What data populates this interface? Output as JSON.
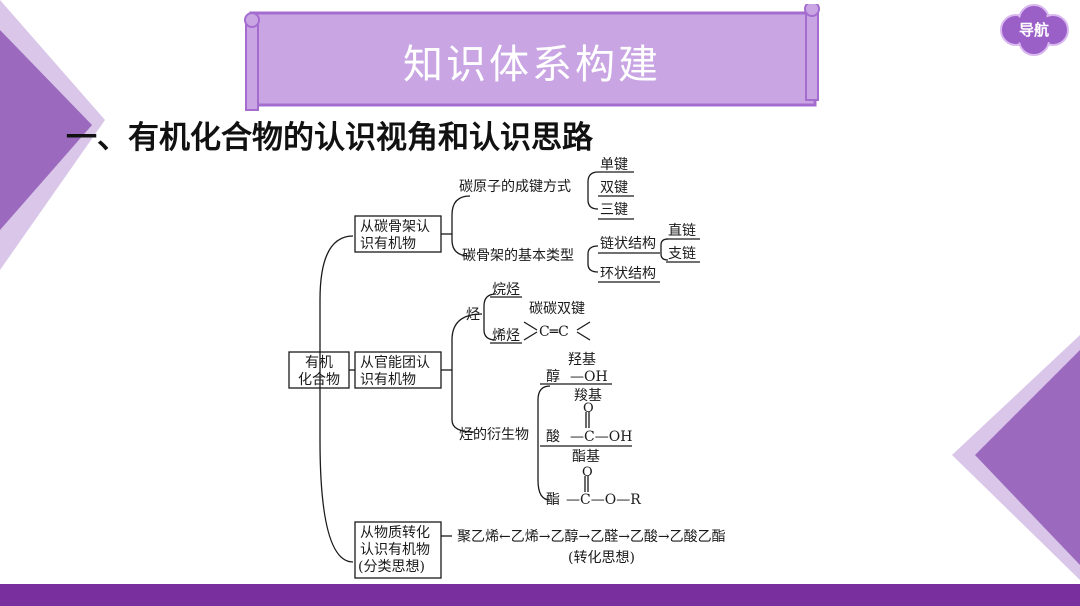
{
  "nav": {
    "label": "导航"
  },
  "banner": {
    "title": "知识体系构建"
  },
  "section": {
    "heading": "一、有机化合物的认识视角和认识思路"
  },
  "colors": {
    "accent": "#7a2f9e",
    "banner_fill": "#c9a6e3",
    "banner_border": "#a46ccf",
    "deco_dark": "#9b69bd",
    "deco_light": "#d9c6e8"
  },
  "mindmap": {
    "root": "有机\n化合物",
    "branch_skeleton": "从碳骨架认\n识有机物",
    "bond_method": "碳原子的成键方式",
    "bond_single": "单键",
    "bond_double": "双键",
    "bond_triple": "三键",
    "skeleton_types": "碳骨架的基本类型",
    "chain": "链状结构",
    "chain_straight": "直链",
    "chain_branch": "支链",
    "ring": "环状结构",
    "branch_functional": "从官能团认\n识有机物",
    "hydrocarbon": "烃",
    "alkane": "烷烃",
    "alkene": "烯烃",
    "cc_double_label": "碳碳双键",
    "cc_double_formula": "C═C",
    "derivative": "烃的衍生物",
    "alcohol": "醇",
    "hydroxyl": "羟基",
    "hydroxyl_formula": "—OH",
    "acid": "酸",
    "carboxyl": "羧基",
    "oxygen": "O",
    "carboxyl_formula": "—C—OH",
    "ester": "酯",
    "ester_group": "酯基",
    "ester_formula": "—C—O—R",
    "branch_transform": "从物质转化\n认识有机物\n(分类思想)",
    "transform_chain": "聚乙烯←乙烯→乙醇→乙醛→乙酸→乙酸乙酯",
    "transform_note": "(转化思想)"
  }
}
